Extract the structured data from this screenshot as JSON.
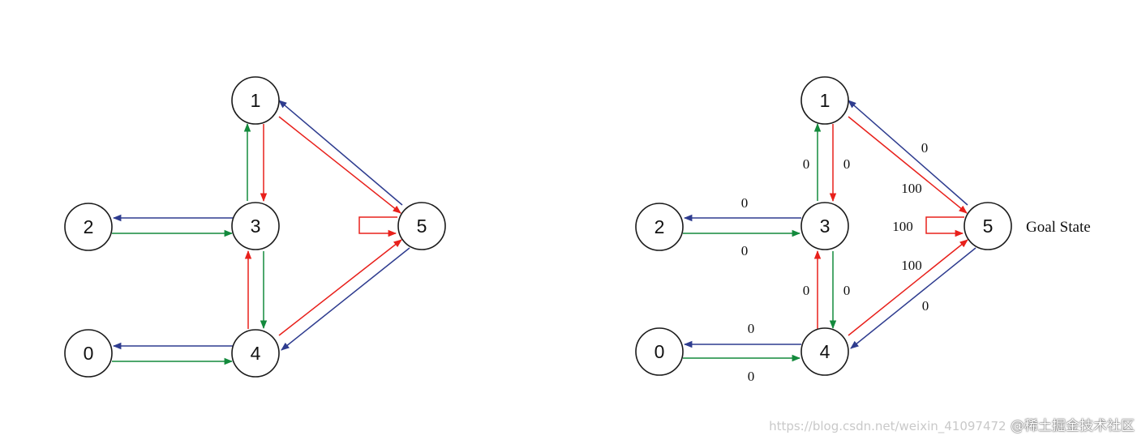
{
  "colors": {
    "blue": "#2e3c8f",
    "green": "#138a3c",
    "red": "#e8201b"
  },
  "left_graph": {
    "nodes": [
      {
        "id": "0",
        "label": "0"
      },
      {
        "id": "1",
        "label": "1"
      },
      {
        "id": "2",
        "label": "2"
      },
      {
        "id": "3",
        "label": "3"
      },
      {
        "id": "4",
        "label": "4"
      },
      {
        "id": "5",
        "label": "5"
      }
    ]
  },
  "right_graph": {
    "nodes": [
      {
        "id": "0",
        "label": "0"
      },
      {
        "id": "1",
        "label": "1"
      },
      {
        "id": "2",
        "label": "2"
      },
      {
        "id": "3",
        "label": "3"
      },
      {
        "id": "4",
        "label": "4"
      },
      {
        "id": "5",
        "label": "5"
      }
    ],
    "goal_label": "Goal State",
    "edge_labels": {
      "r3_2": "0",
      "r2_3": "0",
      "r3_1": "0",
      "r1_3": "0",
      "r4_3": "0",
      "r3_4": "0",
      "r4_0": "0",
      "r0_4": "0",
      "r5_1": "0",
      "r1_5": "100",
      "r5_5": "100",
      "r4_5": "100",
      "r5_4": "0"
    }
  },
  "watermark": {
    "url": "https://blog.csdn.net/weixin_41097472",
    "site": "@稀土掘金技术社区"
  }
}
